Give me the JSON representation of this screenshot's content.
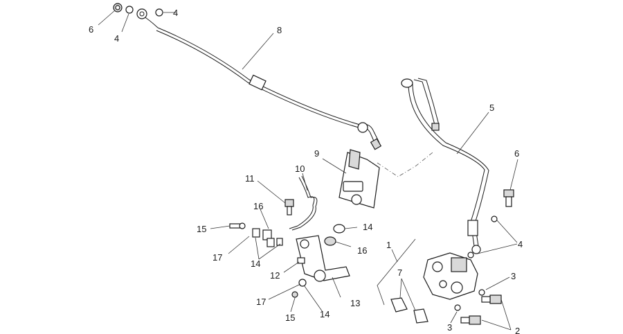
{
  "labels": {
    "l1": "1",
    "l2": "2",
    "l3a": "3",
    "l3b": "3",
    "l4a": "4",
    "l4b": "4",
    "l4c": "4",
    "l5": "5",
    "l6a": "6",
    "l6b": "6",
    "l7": "7",
    "l8": "8",
    "l9": "9",
    "l10": "10",
    "l11": "11",
    "l12": "12",
    "l13": "13",
    "l14a": "14",
    "l14b": "14",
    "l14c": "14",
    "l15a": "15",
    "l15b": "15",
    "l16a": "16",
    "l16b": "16",
    "l17a": "17",
    "l17b": "17"
  }
}
